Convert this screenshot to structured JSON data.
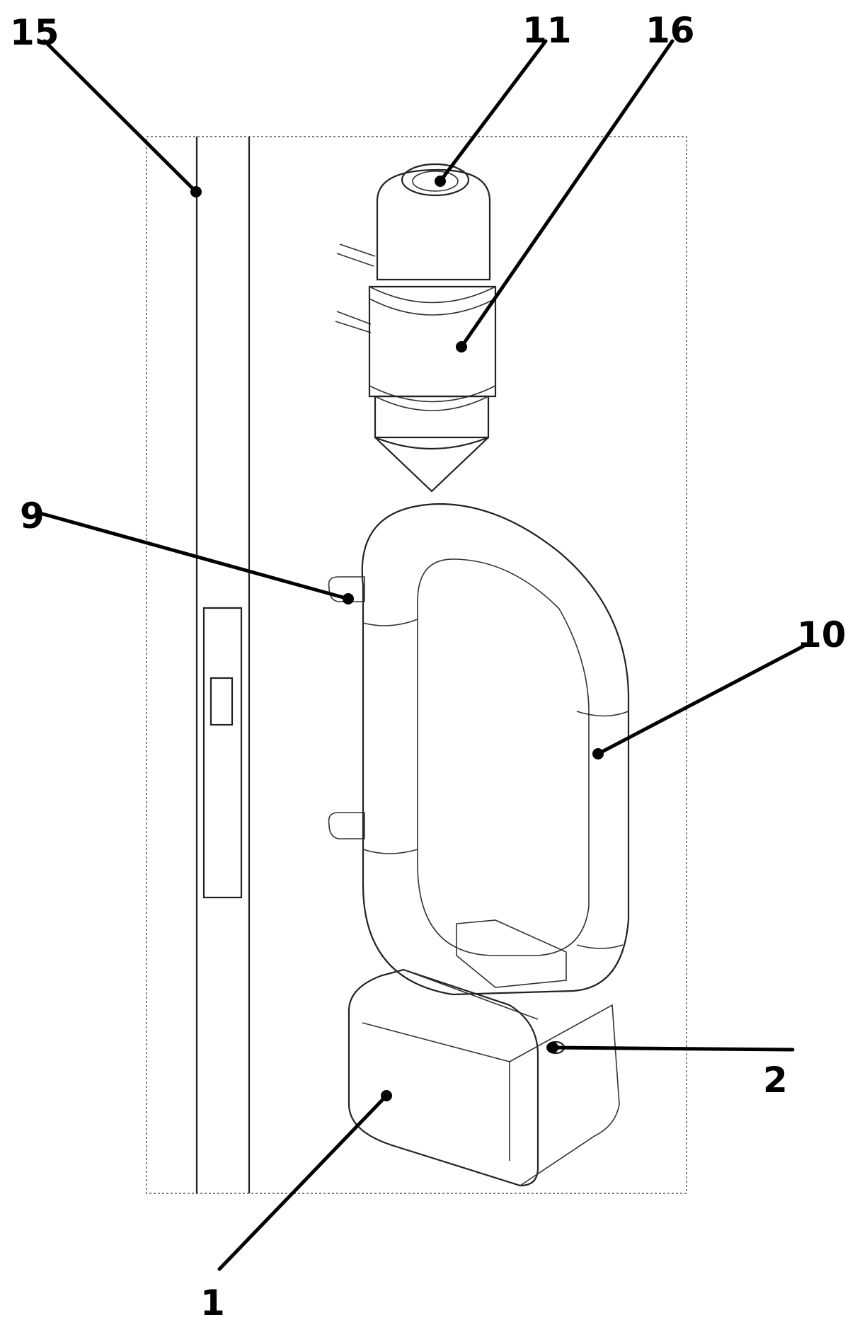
{
  "labels": {
    "l1": "1",
    "l2": "2",
    "l9": "9",
    "l10": "10",
    "l11": "11",
    "l15": "15",
    "l16": "16"
  }
}
